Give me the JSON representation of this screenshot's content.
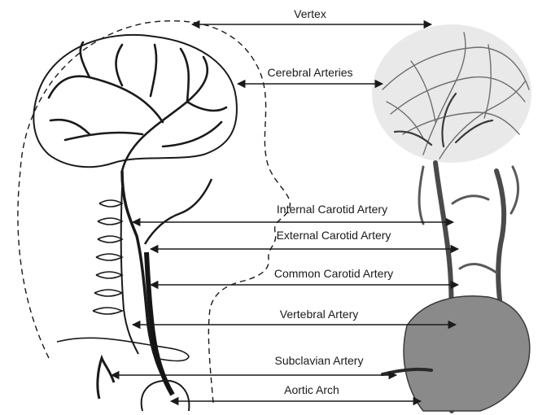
{
  "labels": {
    "vertex": "Vertex",
    "cerebral_arteries": "Cerebral Arteries",
    "internal_carotid": "Internal Carotid Artery",
    "external_carotid": "External Carotid Artery",
    "common_carotid": "Common Carotid Artery",
    "vertebral": "Vertebral Artery",
    "subclavian": "Subclavian Artery",
    "aortic_arch": "Aortic Arch"
  },
  "colors": {
    "ink": "#1a1a1a",
    "vessel_dark": "#151515",
    "angio_gray": "#6e6e6e"
  }
}
